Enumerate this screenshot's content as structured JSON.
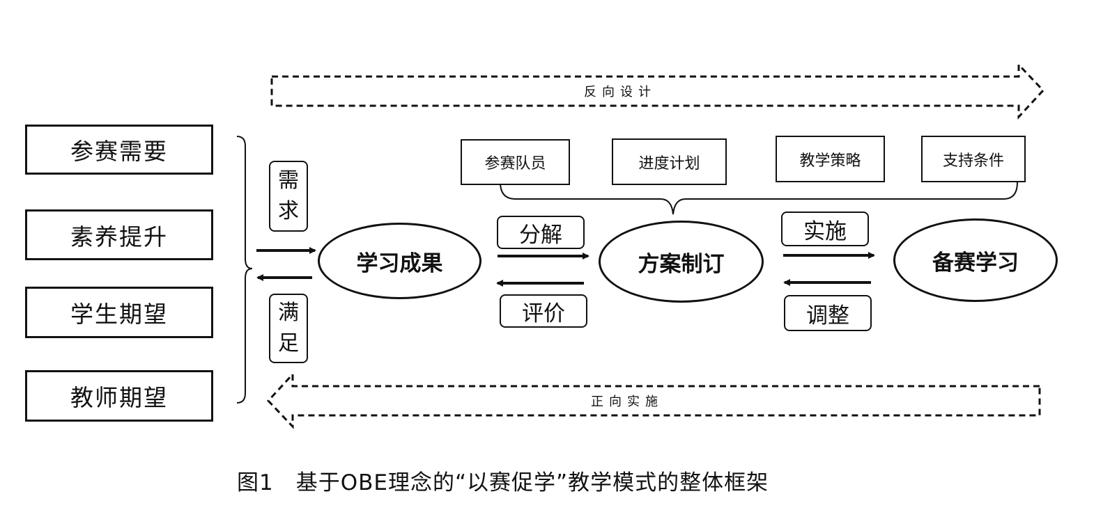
{
  "left_boxes": [
    "参赛需要",
    "素养提升",
    "学生期望",
    "教师期望"
  ],
  "left_labels": {
    "need": [
      "需",
      "求"
    ],
    "satisfy": [
      "满",
      "足"
    ]
  },
  "top_boxes": [
    "参赛队员",
    "进度计划",
    "教学策略",
    "支持条件"
  ],
  "ellipses": {
    "outcome": "学习成果",
    "plan": "方案制订",
    "prep": "备赛学习"
  },
  "flow_labels": {
    "decompose": "分解",
    "evaluate": "评价",
    "implement": "实施",
    "adjust": "调整"
  },
  "bands": {
    "reverse": "反向设计",
    "forward": "正向实施"
  },
  "caption": "图1　基于OBE理念的“以赛促学”教学模式的整体框架"
}
